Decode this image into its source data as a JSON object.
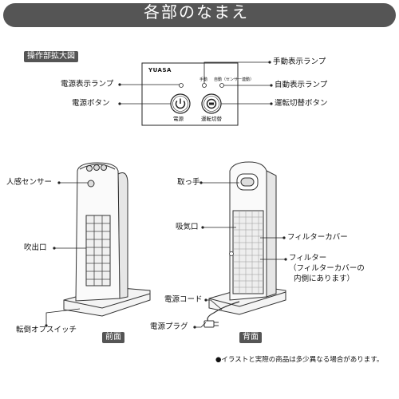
{
  "title": "各部のなまえ",
  "panel": {
    "tag": "操作部拡大図",
    "brand": "YUASA",
    "manual_small": "手動",
    "auto_small": "自動（センサー連動）",
    "power_button_label": "電源",
    "mode_button_label": "運転切替"
  },
  "labels": {
    "manual_lamp": "手動表示ランプ",
    "power_lamp": "電源表示ランプ",
    "auto_lamp": "自動表示ランプ",
    "power_button": "電源ボタン",
    "mode_button": "運転切替ボタン",
    "sensor": "人感センサー",
    "outlet": "吹出口",
    "tip_switch": "転倒オフスイッチ",
    "handle": "取っ手",
    "inlet": "吸気口",
    "filter_cover": "フィルターカバー",
    "filter_line1": "フィルター",
    "filter_line2": "（フィルターカバーの",
    "filter_line3": "内側にあります）",
    "power_cord": "電源コード",
    "power_plug": "電源プラグ"
  },
  "views": {
    "front": "前面",
    "back": "背面"
  },
  "note": "●イラストと実際の商品は多少異なる場合があります。"
}
